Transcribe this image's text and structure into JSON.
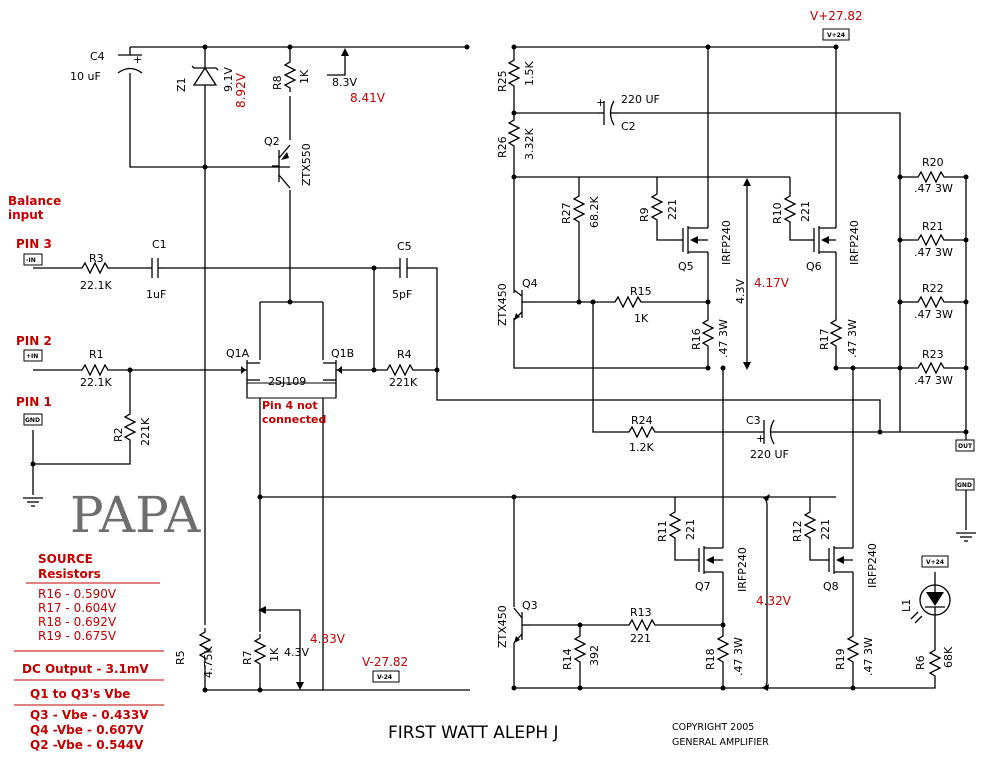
{
  "title": "FIRST WATT ALEPH J",
  "copyright": [
    "COPYRIGHT 2005",
    "GENERAL AMPLIFIER"
  ],
  "logo": "PAPA",
  "supply": {
    "vplus_measured": "V+27.82",
    "vminus_measured": "V-27.82",
    "vplus_tag": "V+24",
    "vminus_tag": "V-24"
  },
  "inputs": {
    "balance": [
      "Balance",
      "input"
    ],
    "pin3": "PIN 3",
    "pin2": "PIN 2",
    "pin1": "PIN 1",
    "tag_minus": "-IN",
    "tag_plus": "+IN",
    "tag_gnd": "GND"
  },
  "outputs": {
    "out_tag": "OUT",
    "gnd_tag": "GND"
  },
  "notes": {
    "pin4": [
      "Pin 4 not",
      "connected"
    ]
  },
  "components": {
    "C4": [
      "C4",
      "10 uF"
    ],
    "Z1": [
      "Z1",
      "9.1V"
    ],
    "R8": [
      "R8",
      "1K"
    ],
    "Q2": [
      "Q2",
      "ZTX550"
    ],
    "R3": [
      "R3",
      "22.1K"
    ],
    "C1": [
      "C1",
      "1uF"
    ],
    "C5": [
      "C5",
      "5pF"
    ],
    "R1": [
      "R1",
      "22.1K"
    ],
    "R2": [
      "R2",
      "221K"
    ],
    "Q1": [
      "Q1A",
      "Q1B",
      "2SJ109"
    ],
    "R4": [
      "R4",
      "221K"
    ],
    "R5": [
      "R5",
      "4.75K"
    ],
    "R7": [
      "R7",
      "1K"
    ],
    "R25": [
      "R25",
      "1.5K"
    ],
    "R26": [
      "R26",
      "3.32K"
    ],
    "C2": [
      "C2",
      "220 UF"
    ],
    "R27": [
      "R27",
      "68.2K"
    ],
    "R9": [
      "R9",
      "221"
    ],
    "R10": [
      "R10",
      "221"
    ],
    "Q5": [
      "Q5",
      "IRFP240"
    ],
    "Q6": [
      "Q6",
      "IRFP240"
    ],
    "Q4": [
      "Q4",
      "ZTX450"
    ],
    "R15": [
      "R15",
      "1K"
    ],
    "R16": [
      "R16",
      ".47 3W"
    ],
    "R17": [
      "R17",
      ".47 3W"
    ],
    "R20": [
      "R20",
      ".47 3W"
    ],
    "R21": [
      "R21",
      ".47 3W"
    ],
    "R22": [
      "R22",
      ".47 3W"
    ],
    "R23": [
      "R23",
      ".47 3W"
    ],
    "R24": [
      "R24",
      "1.2K"
    ],
    "C3": [
      "C3",
      "220 UF"
    ],
    "R11": [
      "R11",
      "221"
    ],
    "R12": [
      "R12",
      "221"
    ],
    "Q7": [
      "Q7",
      "IRFP240"
    ],
    "Q8": [
      "Q8",
      "IRFP240"
    ],
    "Q3": [
      "Q3",
      "ZTX450"
    ],
    "R13": [
      "R13",
      "221"
    ],
    "R14": [
      "R14",
      "392"
    ],
    "R18": [
      "R18",
      ".47 3W"
    ],
    "R19": [
      "R19",
      ".47 3W"
    ],
    "L1": [
      "L1"
    ],
    "R6": [
      "R6",
      "68K"
    ]
  },
  "voltages": {
    "v83": "8.3V",
    "v43a": "4.3V",
    "v43b": "4.3V",
    "v432": "4.32V"
  },
  "measurements": {
    "z1": "8.92V",
    "r8": "8.41V",
    "v417": "4.17V",
    "v433": "4.33V"
  },
  "panel": {
    "source_title": [
      "SOURCE",
      "Resistors"
    ],
    "source_values": [
      "R16 - 0.590V",
      "R17 - 0.604V",
      "R18 - 0.692V",
      "R19 - 0.675V"
    ],
    "dc_output": "DC Output - 3.1mV",
    "vbe_title": "Q1 to Q3's Vbe",
    "vbe_values": [
      "Q3 - Vbe - 0.433V",
      "Q4 -Vbe - 0.607V",
      "Q2 -Vbe - 0.544V"
    ]
  }
}
